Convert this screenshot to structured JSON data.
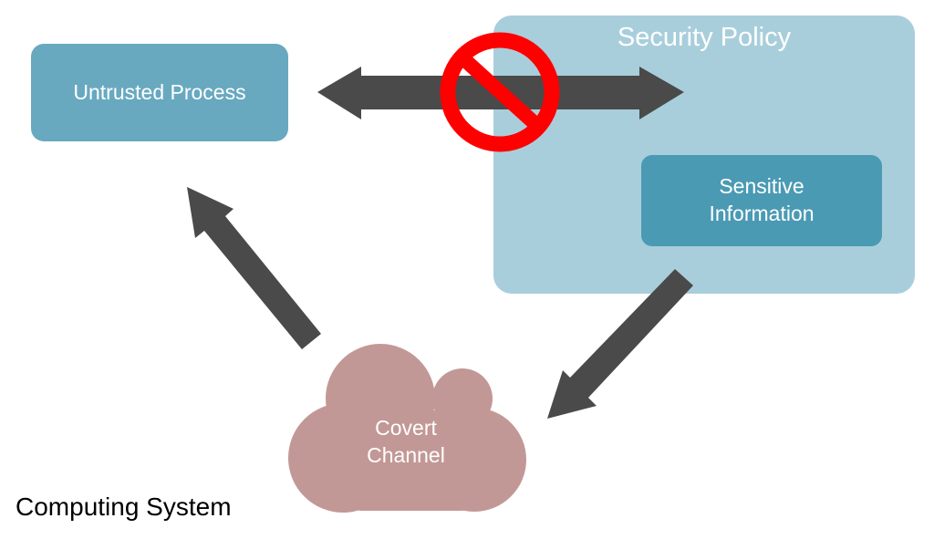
{
  "nodes": {
    "untrusted_process": "Untrusted Process",
    "security_policy": "Security Policy",
    "sensitive_information": [
      "Sensitive",
      "Information"
    ],
    "covert_channel": [
      "Covert",
      "Channel"
    ]
  },
  "system_label": "Computing System",
  "icons": {
    "blocked": "prohibited-sign-icon"
  },
  "colors": {
    "untrusted_process": "#68a9c0",
    "security_policy": "#a9cedb",
    "sensitive_information": "#4a9ab4",
    "covert_channel": "#c29896",
    "arrows": "#4a4a4a",
    "prohibited": "#ff0000"
  }
}
